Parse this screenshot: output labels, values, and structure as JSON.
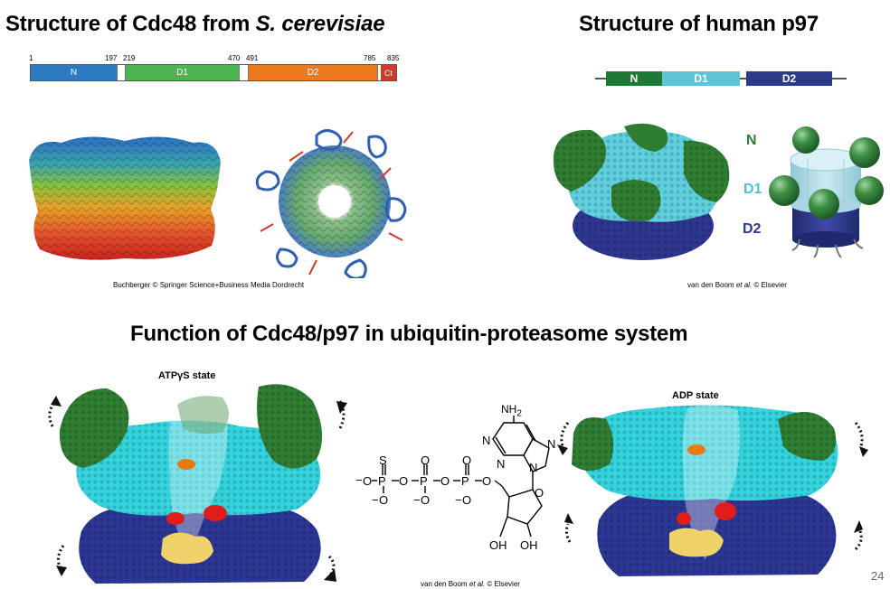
{
  "yeast_panel": {
    "title": "Structure of Cdc48 from ",
    "title_italic": "S. cerevisiae",
    "domain_bar": {
      "ticks": [
        "1",
        "197",
        "219",
        "470",
        "491",
        "785",
        "835"
      ],
      "segments": [
        {
          "label": "N",
          "color": "#2c7bc1"
        },
        {
          "label": "D1",
          "color": "#4cb54f"
        },
        {
          "label": "D2",
          "color": "#ec7a1d"
        },
        {
          "label": "Ct",
          "color": "#d13b2b"
        }
      ],
      "linker_color": "#ffffff"
    },
    "credit": "Buchberger © Springer Science+Business Media Dordrecht"
  },
  "human_panel": {
    "title": "Structure of human p97",
    "domain_bar": {
      "segments": [
        {
          "label": "N",
          "color": "#1d7a34"
        },
        {
          "label": "D1",
          "color": "#5fc4d5"
        },
        {
          "label": "D2",
          "color": "#2c3a8a"
        }
      ]
    },
    "schematic_labels": {
      "n": "N",
      "d1": "D1",
      "d2": "D2"
    },
    "colors": {
      "n": "#2e7d32",
      "d1": "#4fc3d6",
      "d2": "#2e3790"
    },
    "credit_prefix": "van den Boom ",
    "credit_italic": "et al.",
    "credit_suffix": " © Elsevier"
  },
  "function_panel": {
    "title": "Function of Cdc48/p97 in ubiquitin-proteasome system",
    "atp_label": "ATPγS state",
    "adp_label": "ADP state",
    "chem": {
      "nh2": "NH",
      "nh2_sub": "2",
      "n": "N",
      "s": "S",
      "p": "P",
      "o": "O",
      "oh": "OH",
      "minus": "−"
    },
    "credit_prefix": "van den Boom ",
    "credit_italic": "et al.",
    "credit_suffix": " © Elsevier"
  },
  "page_number": "24"
}
